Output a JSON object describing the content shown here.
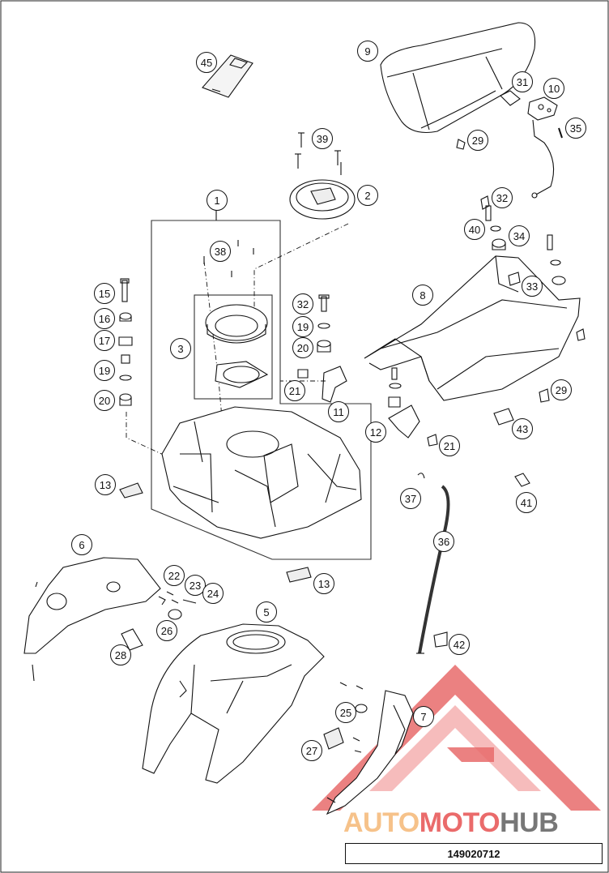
{
  "diagram": {
    "part_number": "149020712",
    "watermark": {
      "prefix": "AUTO",
      "middle": "MOTO",
      "suffix": "HUB"
    },
    "colors": {
      "line": "#111111",
      "watermark_red": "#e86b6b",
      "watermark_orange": "#f6c28a",
      "watermark_grey": "#777777"
    },
    "callouts": {
      "c45": "45",
      "c9": "9",
      "c31": "31",
      "c10": "10",
      "c35": "35",
      "c29a": "29",
      "c39": "39",
      "c2": "2",
      "c1": "1",
      "c38": "38",
      "c32a": "32",
      "c40": "40",
      "c34": "34",
      "c33": "33",
      "c8": "8",
      "c15": "15",
      "c16": "16",
      "c17": "17",
      "c19a": "19",
      "c20a": "20",
      "c3": "3",
      "c32b": "32",
      "c19b": "19",
      "c20b": "20",
      "c21a": "21",
      "c11": "11",
      "c12": "12",
      "c21b": "21",
      "c29b": "29",
      "c43": "43",
      "c13a": "13",
      "c37": "37",
      "c41": "41",
      "c36": "36",
      "c6": "6",
      "c22": "22",
      "c23": "23",
      "c24": "24",
      "c13b": "13",
      "c5": "5",
      "c26": "26",
      "c28": "28",
      "c42": "42",
      "c25": "25",
      "c7": "7",
      "c27": "27"
    }
  }
}
